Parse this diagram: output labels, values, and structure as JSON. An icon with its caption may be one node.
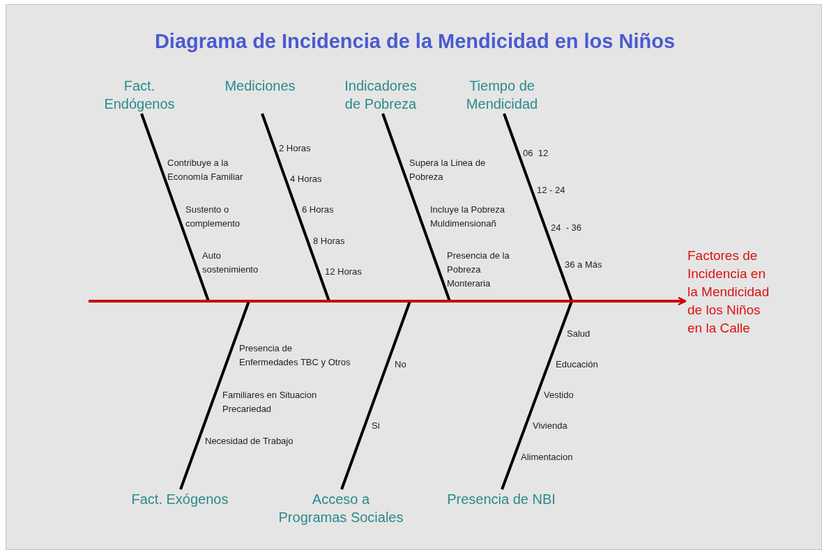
{
  "diagram": {
    "title": "Diagrama de Incidencia de la Mendicidad en los Niños",
    "nodes": [
      {
        "text": [
          "Fact. Endógenos"
        ]
      },
      {
        "text": [
          "Mediciones"
        ]
      },
      {
        "text": [
          "Indicadores de Pobreza"
        ]
      },
      {
        "text": [
          "Tiempo de Mendicidad"
        ]
      },
      {
        "text": [
          "Fact. Exógenos"
        ]
      },
      {
        "text": [
          "Acceso a Programas Sociales"
        ]
      },
      {
        "text": [
          "Presencia de NBI"
        ]
      },
      {
        "text": [
          "Factores de Incidencia en la Mendicidad de los Niños en la Calle"
        ]
      }
    ],
    "edges": [
      {
        "from": 0,
        "to": null,
        "arrow": "none"
      },
      {
        "from": 1,
        "to": null,
        "arrow": "none"
      },
      {
        "from": 2,
        "to": null,
        "arrow": "none"
      },
      {
        "from": 3,
        "to": null,
        "arrow": "none"
      },
      {
        "from": 4,
        "to": null,
        "arrow": "none"
      },
      {
        "from": 5,
        "to": null,
        "arrow": "none"
      },
      {
        "from": 6,
        "to": null,
        "arrow": "none"
      },
      {
        "from": null,
        "to": 7,
        "arrow": "to",
        "color": "#cc0000"
      }
    ],
    "labels": [
      "2 Horas",
      "Contribuye a la Economía Familiar",
      "Supera la Linea de Pobreza",
      "06  12",
      "4 Horas",
      "12 - 24",
      "Sustento o complemento",
      "6 Horas",
      "Incluye la Pobreza Muldimensionañ",
      "24  - 36",
      "8 Horas",
      "Auto sostenimiento",
      "Presencia de la Pobreza Monteraria",
      "36 a Más",
      "12 Horas",
      "Salud",
      "Presencia de Enfermedades TBC y Otros",
      "No",
      "Educación",
      "Familiares en Situacion Precariedad",
      "Vestido",
      "Si",
      "Vivienda",
      "Necesidad de Trabajo",
      "Alimentacion"
    ]
  }
}
